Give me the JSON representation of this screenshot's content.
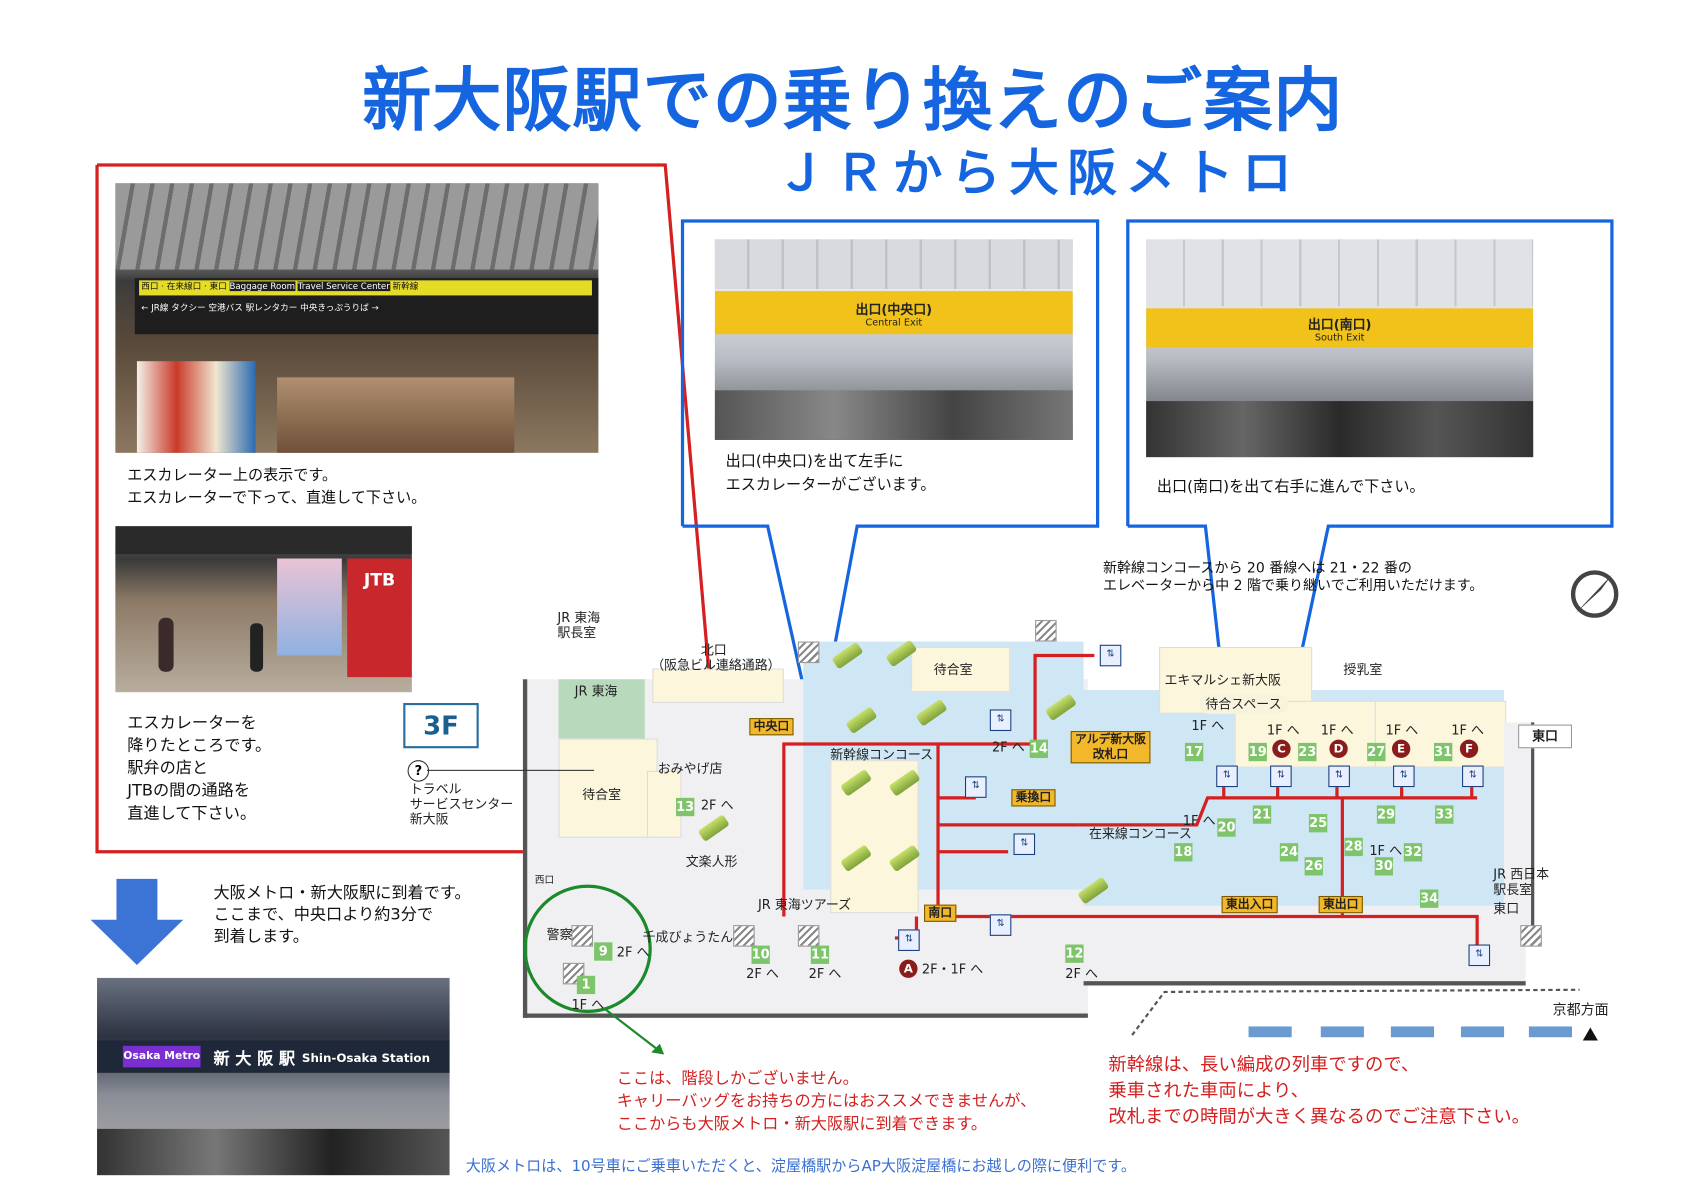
{
  "header": {
    "title": "新大阪駅での乗り換えのご案内",
    "subtitle": "ＪＲから大阪メトロ"
  },
  "left_panel": {
    "photo1_signs": [
      "西口",
      "在来線口",
      "東口",
      "Baggage Room",
      "Travel Service Center",
      "新幹線",
      "JR線",
      "タクシー",
      "空港バス",
      "駅レンタカー",
      "中央きっぷうりば"
    ],
    "caption1": [
      "エスカレーター上の表示です。",
      "エスカレーターで下って、直進して下さい。"
    ],
    "caption2": [
      "エスカレーターを",
      "降りたところです。",
      "駅弁の店と",
      "JTBの間の通路を",
      "直進して下さい。"
    ],
    "floor": "3F",
    "photo2_signs": [
      "JTB"
    ]
  },
  "center_panel": {
    "sign": "出口(中央口)",
    "sign_en": "Central Exit",
    "caption": [
      "出口(中央口)を出て左手に",
      "エスカレーターがございます。"
    ]
  },
  "right_panel": {
    "sign": "出口(南口)",
    "sign_en": "South Exit",
    "caption": "出口(南口)を出て右手に進んで下さい。"
  },
  "arrival": {
    "text": [
      "大阪メトロ・新大阪駅に到着です。",
      "ここまで、中央口より約3分で",
      "到着します。"
    ],
    "metro_brand": "Osaka Metro",
    "station_sign": "新 大 阪 駅",
    "station_sign_en": "Shin-Osaka Station"
  },
  "map": {
    "note": [
      "新幹線コンコースから 20 番線へは 21・22 番の",
      "エレベーターから中 2 階で乗り継いでご利用いただけます。"
    ],
    "labels": {
      "jr_central_master": [
        "JR 東海",
        "駅長室"
      ],
      "north_exit": "北口",
      "north_exit_sub": "（阪急ビル連絡通路）",
      "waiting_room_top": "待合室",
      "jr_central": "JR 東海",
      "waiting_room_left": "待合室",
      "souvenir": "おみやげ店",
      "bunraku": "文楽人形",
      "travel_center": [
        "トラベル",
        "サービスセンター",
        "新大阪"
      ],
      "west_exit": "西口",
      "police": "警察",
      "sennari": "千成びょうたん",
      "jr_tours": "JR 東海ツアーズ",
      "shinkansen_concourse": "新幹線コンコース",
      "zairaisen_concourse": "在来線コンコース",
      "ekimarche": "エキマルシェ新大阪",
      "waiting_space": "待合スペース",
      "nursing": "授乳室",
      "east_exit_box": "東口",
      "jr_west_master": [
        "JR 西日本",
        "駅長室"
      ],
      "east_exit": "東口",
      "kyoto": "京都方面"
    },
    "gates": {
      "central": "中央口",
      "transfer": "乗換口",
      "alde": [
        "アルデ新大阪",
        "改札口"
      ],
      "south": "南口",
      "east_entrance": "東出入口",
      "east_out": "東出口"
    },
    "floor_marks": {
      "to2f": "2F へ",
      "to1f": "1F へ",
      "to2f1f": "2F・1F へ"
    },
    "platforms": [
      "13",
      "14",
      "17",
      "19",
      "23",
      "27",
      "31",
      "20",
      "21",
      "25",
      "29",
      "33",
      "18",
      "24",
      "26",
      "28",
      "30",
      "32",
      "34",
      "9",
      "1",
      "10",
      "11",
      "12"
    ],
    "exits": [
      "A",
      "C",
      "D",
      "E",
      "F"
    ]
  },
  "notes": {
    "stairs_only": [
      "ここは、階段しかございません。",
      "キャリーバッグをお持ちの方にはおススメできませんが、",
      "ここからも大阪メトロ・新大阪駅に到着できます。"
    ],
    "shinkansen": [
      "新幹線は、長い編成の列車ですので、",
      "乗車された車両により、",
      "改札までの時間が大きく異なるのでご注意下さい。"
    ],
    "footer": "大阪メトロは、10号車にご乗車いただくと、淀屋橋駅からAP大阪淀屋橋にお越しの際に便利です。"
  },
  "colors": {
    "title": "#1565e0",
    "route": "#d42020",
    "callout": "#1565e0",
    "circle": "#1a8a2a"
  }
}
